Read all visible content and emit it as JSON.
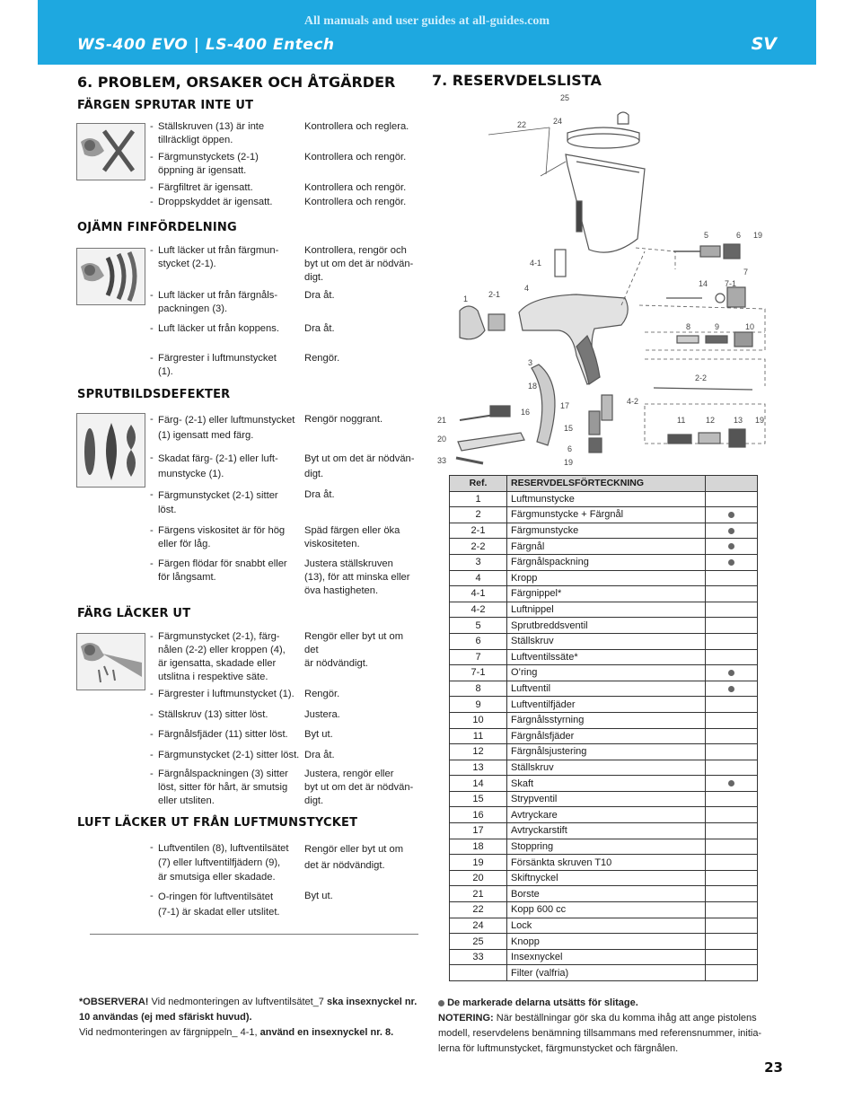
{
  "header": {
    "watermark": "All manuals and user guides at all-guides.com",
    "model": "WS-400 EVO | LS-400 Entech",
    "language": "SV"
  },
  "section6": {
    "title": "6. PROBLEM, ORSAKER OCH ÅTGÄRDER",
    "groups": [
      {
        "heading": "FÄRGEN SPRUTAR INTE UT",
        "rows": [
          {
            "problem": "Ställskruven (13) är inte\ntillräckligt öppen.",
            "action": "Kontrollera och reglera."
          },
          {
            "problem": "Färgmunstyckets (2-1)\nöppning är igensatt.",
            "action": "Kontrollera och rengör."
          },
          {
            "problem": "Färgfiltret är igensatt.",
            "action": "Kontrollera och rengör."
          },
          {
            "problem": "Droppskyddet är igensatt.",
            "action": "Kontrollera och rengör."
          }
        ]
      },
      {
        "heading": "OJÄMN FINFÖRDELNING",
        "rows": [
          {
            "problem": "Luft läcker ut från färgmun-\nstycket (2-1).",
            "action": "Kontrollera, rengör och\nbyt ut om det är nödvän-\ndigt."
          },
          {
            "problem": "Luft läcker ut från färgnåls-\npackningen (3).",
            "action": "Dra åt."
          },
          {
            "problem": "Luft läcker ut från koppens.",
            "action": "Dra åt."
          },
          {
            "problem": "Färgrester i luftmunstycket\n(1).",
            "action": "Rengör."
          }
        ]
      },
      {
        "heading": "SPRUTBILDSDEFEKTER",
        "rows": [
          {
            "problem": "Färg- (2-1) eller luftmunstycket\n(1) igensatt med färg.",
            "action": "Rengör noggrant."
          },
          {
            "problem": "Skadat färg- (2-1) eller luft-\nmunstycke (1).",
            "action": "Byt ut om det är nödvän-\ndigt."
          },
          {
            "problem": "Färgmunstycket (2-1) sitter\nlöst.",
            "action": "Dra åt."
          },
          {
            "problem": "Färgens viskositet är för hög\neller för låg.",
            "action": "Späd färgen eller öka\nviskositeten."
          },
          {
            "problem": "Färgen flödar för snabbt eller\nför långsamt.",
            "action": "Justera ställskruven\n(13), för att minska eller\növa hastigheten."
          }
        ]
      },
      {
        "heading": "FÄRG LÄCKER UT",
        "rows": [
          {
            "problem": "Färgmunstycket (2-1), färg-\nnålen (2-2) eller kroppen (4),\när igensatta, skadade eller\nutslitna i respektive säte.",
            "action": "Rengör eller byt ut om det\när nödvändigt."
          },
          {
            "problem": "Färgrester i luftmunstycket (1).",
            "action": "Rengör."
          },
          {
            "problem": "Ställskruv (13) sitter löst.",
            "action": "Justera."
          },
          {
            "problem": "Färgnålsfjäder (11) sitter löst.",
            "action": "Byt ut."
          },
          {
            "problem": "Färgmunstycket (2-1) sitter löst.",
            "action": "Dra åt."
          },
          {
            "problem": "Färgnålspackningen (3) sitter\nlöst, sitter för hårt, är smutsig\neller utsliten.",
            "action": "Justera, rengör eller\nbyt ut om det är nödvän-\ndigt."
          }
        ]
      },
      {
        "heading": "LUFT LÄCKER UT FRÅN LUFTMUNSTYCKET",
        "rows": [
          {
            "problem": "Luftventilen (8), luftventilsätet\n(7) eller luftventilfjädern (9),\när smutsiga eller skadade.",
            "action": "Rengör eller byt ut om\ndet är nödvändigt."
          },
          {
            "problem": "O-ringen för luftventilsätet\n(7-1) är skadat eller utslitet.",
            "action": "Byt ut."
          }
        ]
      }
    ]
  },
  "section7": {
    "title": "7. RESERVDELSLISTA",
    "diagram_labels": [
      "25",
      "22",
      "24",
      "5",
      "6",
      "19",
      "4-1",
      "7",
      "14",
      "7-1",
      "1",
      "2-1",
      "4",
      "8",
      "9",
      "10",
      "3",
      "2-2",
      "18",
      "17",
      "16",
      "4-2",
      "21",
      "15",
      "11",
      "12",
      "13",
      "19",
      "20",
      "6",
      "33",
      "19"
    ],
    "table": {
      "col_ref": "Ref.",
      "col_name": "RESERVDELSFÖRTECKNING",
      "rows": [
        {
          "ref": "1",
          "name": "Luftmunstycke",
          "wear": false
        },
        {
          "ref": "2",
          "name": "Färgmunstycke + Färgnål",
          "wear": true
        },
        {
          "ref": "2-1",
          "name": "Färgmunstycke",
          "wear": true
        },
        {
          "ref": "2-2",
          "name": "Färgnål",
          "wear": true
        },
        {
          "ref": "3",
          "name": "Färgnålspackning",
          "wear": true
        },
        {
          "ref": "4",
          "name": "Kropp",
          "wear": false
        },
        {
          "ref": "4-1",
          "name": "Färgnippel*",
          "wear": false
        },
        {
          "ref": "4-2",
          "name": "Luftnippel",
          "wear": false
        },
        {
          "ref": "5",
          "name": "Sprutbreddsventil",
          "wear": false
        },
        {
          "ref": "6",
          "name": "Ställskruv",
          "wear": false
        },
        {
          "ref": "7",
          "name": "Luftventilssäte*",
          "wear": false
        },
        {
          "ref": "7-1",
          "name": "O’ring",
          "wear": true
        },
        {
          "ref": "8",
          "name": "Luftventil",
          "wear": true
        },
        {
          "ref": "9",
          "name": "Luftventilfjäder",
          "wear": false
        },
        {
          "ref": "10",
          "name": "Färgnålsstyrning",
          "wear": false
        },
        {
          "ref": "11",
          "name": "Färgnålsfjäder",
          "wear": false
        },
        {
          "ref": "12",
          "name": "Färgnålsjustering",
          "wear": false
        },
        {
          "ref": "13",
          "name": "Ställskruv",
          "wear": false
        },
        {
          "ref": "14",
          "name": "Skaft",
          "wear": true
        },
        {
          "ref": "15",
          "name": "Strypventil",
          "wear": false
        },
        {
          "ref": "16",
          "name": "Avtryckare",
          "wear": false
        },
        {
          "ref": "17",
          "name": "Avtryckarstift",
          "wear": false
        },
        {
          "ref": "18",
          "name": "Stoppring",
          "wear": false
        },
        {
          "ref": "19",
          "name": "Försänkta skruven T10",
          "wear": false
        },
        {
          "ref": "20",
          "name": "Skiftnyckel",
          "wear": false
        },
        {
          "ref": "21",
          "name": "Borste",
          "wear": false
        },
        {
          "ref": "22",
          "name": "Kopp 600 cc",
          "wear": false
        },
        {
          "ref": "24",
          "name": "Lock",
          "wear": false
        },
        {
          "ref": "25",
          "name": "Knopp",
          "wear": false
        },
        {
          "ref": "33",
          "name": "Insexnyckel",
          "wear": false
        },
        {
          "ref": "",
          "name": "Filter (valfria)",
          "wear": false
        }
      ]
    }
  },
  "notes": {
    "observera_label": "*OBSERVERA!",
    "observera_1": " Vid nedmonteringen av luftventilsätet_7 ",
    "observera_1b": "ska insexnyckel nr. 10 användas (ej med sfäriskt huvud).",
    "observera_2": "Vid nedmonteringen av färgnippeln_ 4-1, ",
    "observera_2b": "använd en insexnyckel nr. 8.",
    "wear_note": "De markerade delarna utsätts för slitage.",
    "notering_label": "NOTERING:",
    "notering_text": " När beställningar gör ska du komma ihåg att ange pistolens modell, reservdelens benämning tillsammans med referensnummer, initia-lerna för luftmunstycket, färgmunstycket och färgnålen."
  },
  "page_number": "23"
}
